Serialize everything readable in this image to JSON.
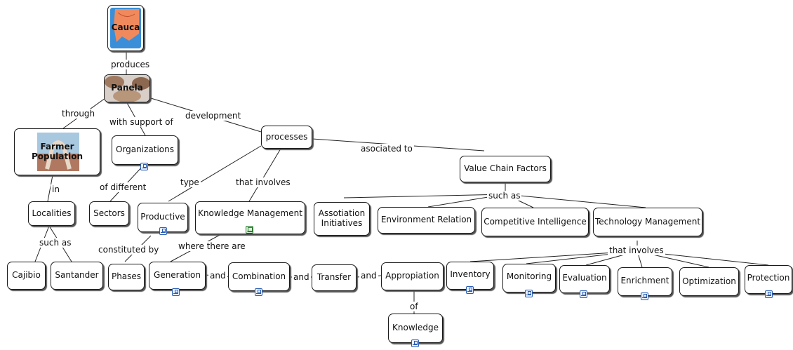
{
  "nodes": {
    "cauca": "Cauca",
    "panela": "Panela",
    "farmer": "Farmer Population",
    "organizations": "Organizations",
    "processes": "processes",
    "value_chain": "Value Chain Factors",
    "localities": "Localities",
    "sectors": "Sectors",
    "productive": "Productive",
    "km": "Knowledge Management",
    "assoc": "Assotiation Initiatives",
    "env": "Environment Relation",
    "ci": "Competitive Intelligence",
    "tm": "Technology Management",
    "cajibio": "Cajibio",
    "santander": "Santander",
    "phases": "Phases",
    "generation": "Generation",
    "combination": "Combination",
    "transfer": "Transfer",
    "appropiation": "Appropiation",
    "inventory": "Inventory",
    "monitoring": "Monitoring",
    "evaluation": "Evaluation",
    "enrichment": "Enrichment",
    "optimization": "Optimization",
    "protection": "Protection",
    "knowledge": "Knowledge"
  },
  "links": {
    "produces": "produces",
    "through": "through",
    "with_support_of": "with support of",
    "development": "development",
    "asociated_to": "asociated to",
    "in": "in",
    "of_different": "of different",
    "type": "type",
    "that_involves": "that involves",
    "such_as_vc": "such as",
    "such_as_loc": "such as",
    "constituted_by": "constituted by",
    "where_there_are": "where there are",
    "that_involves_tm": "that involves",
    "and_1": "and",
    "and_2": "and",
    "and_3": "and",
    "of": "of"
  },
  "colors": {
    "map_sea": "#3a8fd8",
    "map_land": "#f08a5d",
    "panela": "#a07a60",
    "farmer_sky": "#a8c8e0",
    "farmer_ground": "#b07860",
    "resource_badge": "#2a5db0",
    "media_badge": "#2e7d32"
  }
}
